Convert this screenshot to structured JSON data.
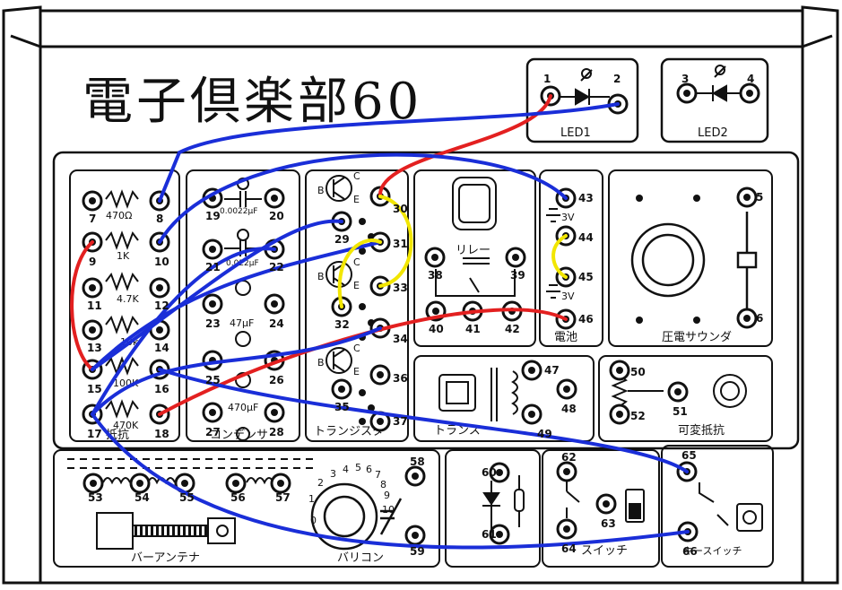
{
  "title": "電子倶楽部60",
  "led": {
    "led1_label": "LED1",
    "led2_label": "LED2",
    "terminals": [
      "1",
      "2",
      "3",
      "4"
    ]
  },
  "resistor": {
    "section_label": "抵抗",
    "terminals": [
      "7",
      "8",
      "9",
      "10",
      "11",
      "12",
      "13",
      "14",
      "15",
      "16",
      "17",
      "18"
    ],
    "values": [
      "470Ω",
      "1K",
      "4.7K",
      "10k",
      "100K",
      "470K"
    ]
  },
  "capacitor": {
    "section_label": "コンデンサ",
    "terminals": [
      "19",
      "20",
      "21",
      "22",
      "23",
      "24",
      "25",
      "26",
      "27",
      "28"
    ],
    "values": [
      "0.0022μF",
      "0.022μF",
      "47μF",
      "470μF"
    ]
  },
  "transistor": {
    "section_label": "トランジスタ",
    "terminals": [
      "29",
      "30",
      "31",
      "32",
      "33",
      "34",
      "35",
      "36",
      "37"
    ],
    "pins": [
      "B",
      "C",
      "E"
    ]
  },
  "relay": {
    "label": "リレー",
    "terminals": [
      "38",
      "39",
      "40",
      "41",
      "42"
    ]
  },
  "battery": {
    "section_label": "電池",
    "terminals": [
      "43",
      "44",
      "45",
      "46"
    ],
    "voltages": [
      "3V",
      "3V"
    ]
  },
  "buzzer": {
    "section_label": "圧電サウンダ",
    "terminals": [
      "5",
      "6"
    ]
  },
  "transformer": {
    "section_label": "トランス",
    "terminals": [
      "47",
      "48",
      "49"
    ]
  },
  "variable_resistor": {
    "section_label": "可変抵抗",
    "terminals": [
      "50",
      "51",
      "52"
    ]
  },
  "coils": {
    "terminals": [
      "53",
      "54",
      "55",
      "56",
      "57"
    ]
  },
  "bar_antenna": {
    "label": "バーアンテナ"
  },
  "varicon": {
    "label": "バリコン",
    "terminals": [
      "58",
      "59"
    ],
    "dial": [
      "0",
      "1",
      "2",
      "3",
      "4",
      "5",
      "6",
      "7",
      "8",
      "9",
      "10"
    ]
  },
  "diode": {
    "terminals": [
      "60",
      "61"
    ]
  },
  "switch": {
    "section_label": "スイッチ",
    "terminals": [
      "62",
      "63",
      "64"
    ]
  },
  "key_switch": {
    "section_label": "キースイッチ",
    "terminals": [
      "65",
      "66"
    ]
  },
  "wires": {
    "colors": {
      "red": "#e32020",
      "blue": "#1a2ed8",
      "yellow": "#f2e600"
    },
    "connections": [
      {
        "color": "red",
        "from": "1",
        "to": "30"
      },
      {
        "color": "blue",
        "from": "2",
        "to": "8"
      },
      {
        "color": "blue",
        "from": "10",
        "to": "43"
      },
      {
        "color": "red",
        "from": "9",
        "to": "15"
      },
      {
        "color": "blue",
        "from": "15",
        "to": "29"
      },
      {
        "color": "blue",
        "from": "15",
        "to": "31"
      },
      {
        "color": "blue",
        "from": "17",
        "to": "22"
      },
      {
        "color": "red",
        "from": "18",
        "to": "46"
      },
      {
        "color": "blue",
        "from": "16",
        "to": "65"
      },
      {
        "color": "blue",
        "from": "17",
        "to": "66"
      },
      {
        "color": "blue",
        "from": "17",
        "to": "34"
      },
      {
        "color": "yellow",
        "from": "30",
        "to": "33"
      },
      {
        "color": "yellow",
        "from": "32",
        "to": "31"
      },
      {
        "color": "yellow",
        "from": "44",
        "to": "45"
      }
    ]
  }
}
